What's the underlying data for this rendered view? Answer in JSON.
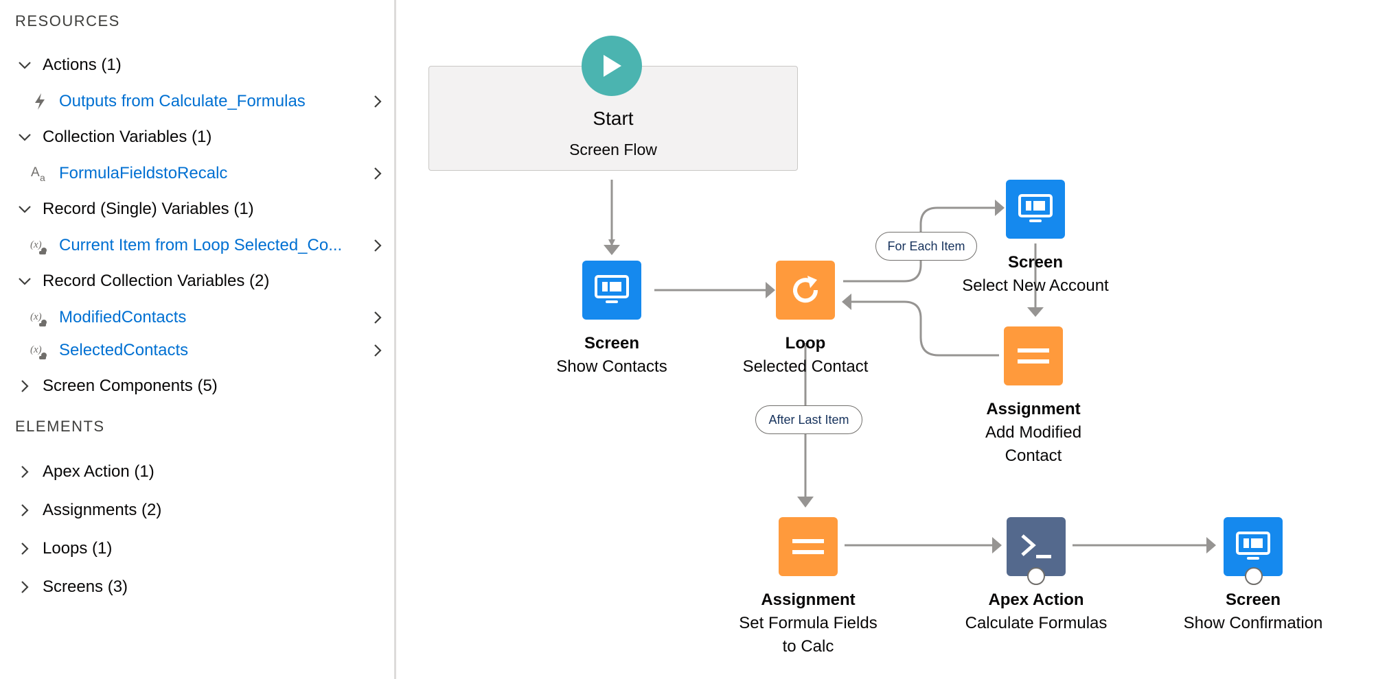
{
  "sidebar": {
    "resources_heading": "RESOURCES",
    "elements_heading": "ELEMENTS",
    "resources": [
      {
        "label": "Actions (1)",
        "expanded": true,
        "icon": "chevron-down-icon"
      },
      {
        "label": "Collection Variables (1)",
        "expanded": true,
        "icon": "chevron-down-icon"
      },
      {
        "label": "Record (Single) Variables (1)",
        "expanded": true,
        "icon": "chevron-down-icon"
      },
      {
        "label": "Record Collection Variables (2)",
        "expanded": true,
        "icon": "chevron-down-icon"
      },
      {
        "label": "Screen Components (5)",
        "expanded": false,
        "icon": "chevron-right-icon"
      }
    ],
    "resource_items": [
      {
        "label": "Outputs from Calculate_Formulas",
        "icon": "lightning-icon"
      },
      {
        "label": "FormulaFieldstoRecalc",
        "icon": "text-variable-icon"
      },
      {
        "label": "Current Item from Loop Selected_Co...",
        "icon": "record-variable-icon"
      },
      {
        "label": "ModifiedContacts",
        "icon": "record-variable-icon"
      },
      {
        "label": "SelectedContacts",
        "icon": "record-variable-icon"
      }
    ],
    "elements": [
      {
        "label": "Apex Action (1)"
      },
      {
        "label": "Assignments (2)"
      },
      {
        "label": "Loops (1)"
      },
      {
        "label": "Screens (3)"
      }
    ]
  },
  "flow": {
    "start": {
      "title": "Start",
      "subtitle": "Screen Flow"
    },
    "screen_show_contacts": {
      "type": "Screen",
      "name": "Show Contacts"
    },
    "loop": {
      "type": "Loop",
      "name": "Selected Contact"
    },
    "screen_select_account": {
      "type": "Screen",
      "name": "Select New Account"
    },
    "assignment_add": {
      "type": "Assignment",
      "name1": "Add Modified",
      "name2": "Contact"
    },
    "assignment_set": {
      "type": "Assignment",
      "name1": "Set Formula Fields",
      "name2": "to Calc"
    },
    "apex": {
      "type": "Apex Action",
      "name": "Calculate Formulas"
    },
    "screen_confirm": {
      "type": "Screen",
      "name": "Show Confirmation"
    },
    "for_each_label": "For Each Item",
    "after_last_label": "After Last Item"
  },
  "colors": {
    "screen": "#1589ee",
    "loop": "#ff9a3c",
    "assignment": "#ff9a3c",
    "apex": "#54698d",
    "start": "#4bb4b0",
    "link": "#0070d2",
    "connector": "#969492"
  }
}
